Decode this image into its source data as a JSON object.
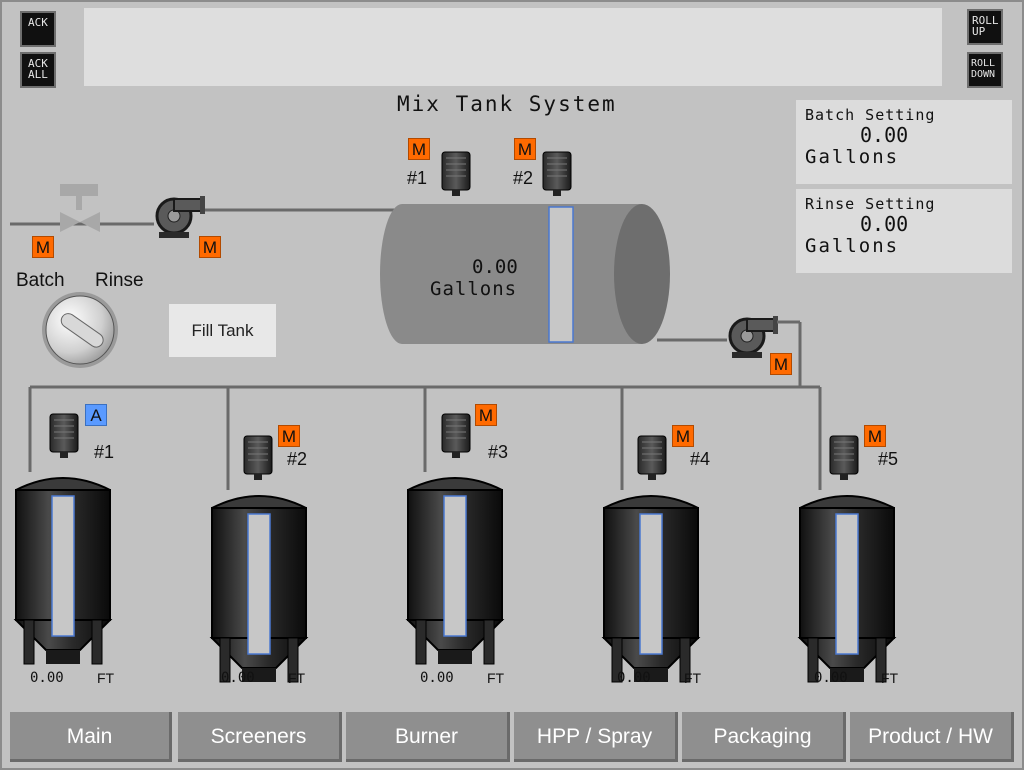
{
  "alarm": {
    "ack_label": "ACK",
    "ack_all_label": "ACK\nALL",
    "roll_up_label": "ROLL\nUP",
    "roll_down_label": "ROLL\nDOWN"
  },
  "title": "Mix Tank System",
  "batch_setting": {
    "label": "Batch Setting",
    "value": "0.00",
    "unit": "Gallons"
  },
  "rinse_setting": {
    "label": "Rinse Setting",
    "value": "0.00",
    "unit": "Gallons"
  },
  "mix_tank": {
    "level_value": "0.00",
    "level_unit": "Gallons",
    "mixers": [
      {
        "mode": "M",
        "label": "#1"
      },
      {
        "mode": "M",
        "label": "#2"
      }
    ]
  },
  "inlet": {
    "valve_mode": "M",
    "pump_mode": "M",
    "batch_label": "Batch",
    "rinse_label": "Rinse"
  },
  "fill_tank_label": "Fill Tank",
  "outlet_pump_mode": "M",
  "fermenters": [
    {
      "mode": "A",
      "label": "#1",
      "level": "0.00",
      "unit": "FT"
    },
    {
      "mode": "M",
      "label": "#2",
      "level": "0.00",
      "unit": "FT"
    },
    {
      "mode": "M",
      "label": "#3",
      "level": "0.00",
      "unit": "FT"
    },
    {
      "mode": "M",
      "label": "#4",
      "level": "0.00",
      "unit": "FT"
    },
    {
      "mode": "M",
      "label": "#5",
      "level": "0.00",
      "unit": "FT"
    }
  ],
  "nav": {
    "tabs": [
      "Main",
      "Screeners",
      "Burner",
      "HPP / Spray",
      "Packaging",
      "Product / HW"
    ]
  },
  "colors": {
    "manual_badge": "#ff6a00",
    "auto_badge": "#5a9aff",
    "background": "#c2c2c2",
    "tab": "#8f8f8f"
  }
}
